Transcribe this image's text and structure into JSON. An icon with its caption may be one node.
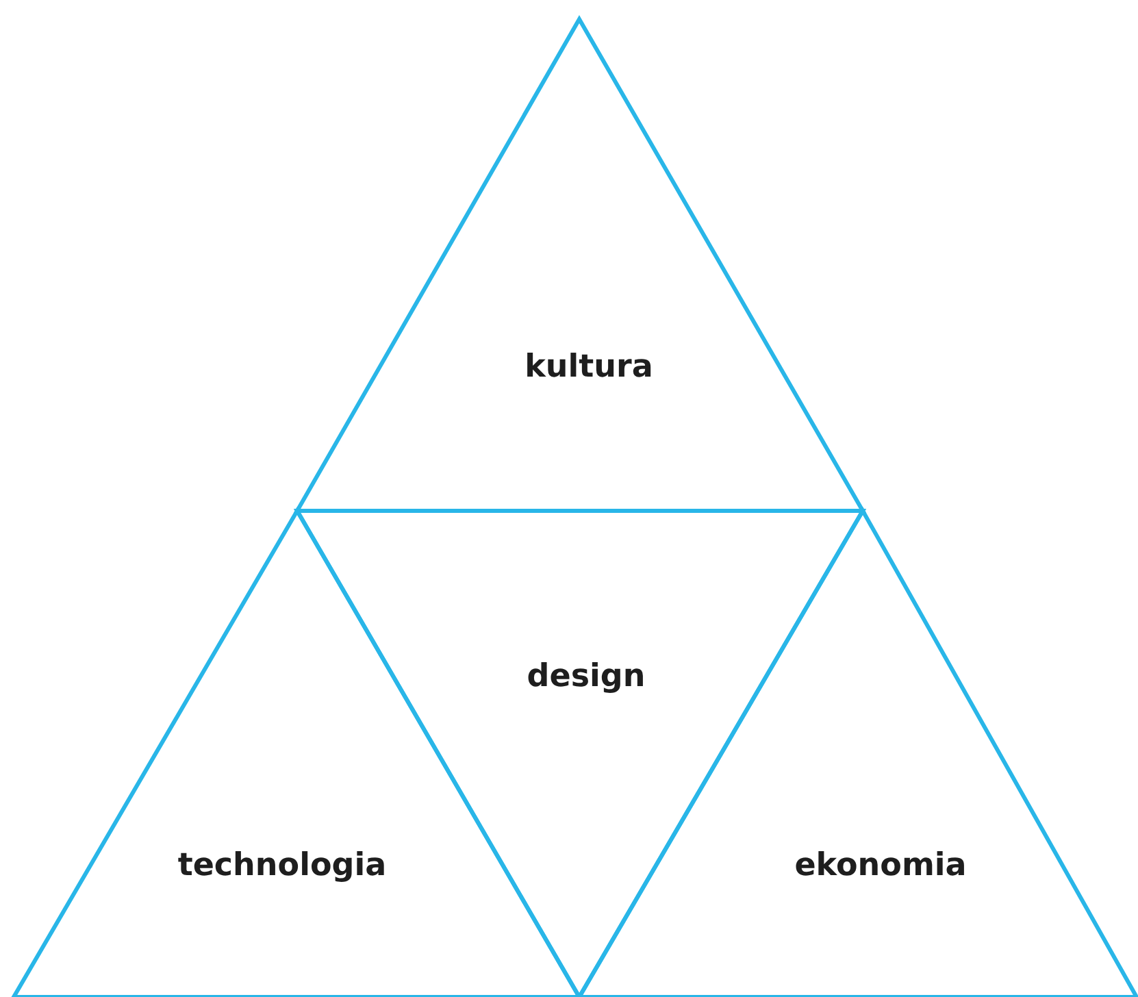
{
  "diagram": {
    "nodes": [
      {
        "text": [
          "kultura"
        ]
      },
      {
        "text": [
          "design"
        ]
      },
      {
        "text": [
          "technologia"
        ]
      },
      {
        "text": [
          "ekonomia"
        ]
      }
    ]
  }
}
